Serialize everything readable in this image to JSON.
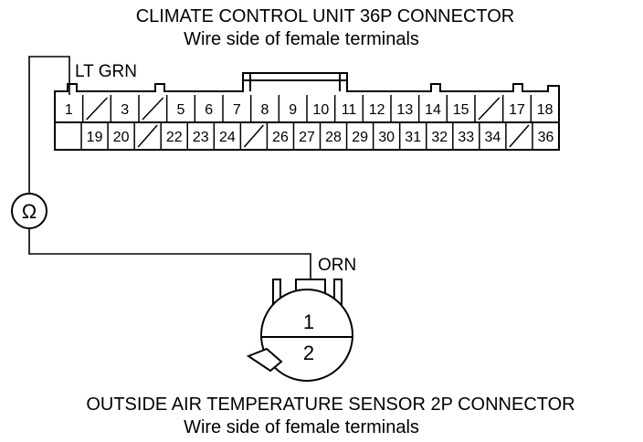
{
  "top_connector": {
    "title": "CLIMATE CONTROL UNIT 36P CONNECTOR",
    "subtitle": "Wire side of female terminals",
    "row1": [
      "1",
      "/",
      "3",
      "/",
      "5",
      "6",
      "7",
      "8",
      "9",
      "10",
      "11",
      "12",
      "13",
      "14",
      "15",
      "/",
      "17",
      "18"
    ],
    "row2": [
      "",
      "19",
      "20",
      "/",
      "22",
      "23",
      "24",
      "/",
      "26",
      "27",
      "28",
      "29",
      "30",
      "31",
      "32",
      "33",
      "34",
      "/",
      "36"
    ]
  },
  "bottom_connector": {
    "title": "OUTSIDE AIR TEMPERATURE SENSOR 2P CONNECTOR",
    "subtitle": "Wire side of female terminals",
    "terminals": [
      "1",
      "2"
    ]
  },
  "wires": {
    "upper": "LT GRN",
    "lower": "ORN"
  },
  "meter": {
    "symbol": "Ω"
  }
}
